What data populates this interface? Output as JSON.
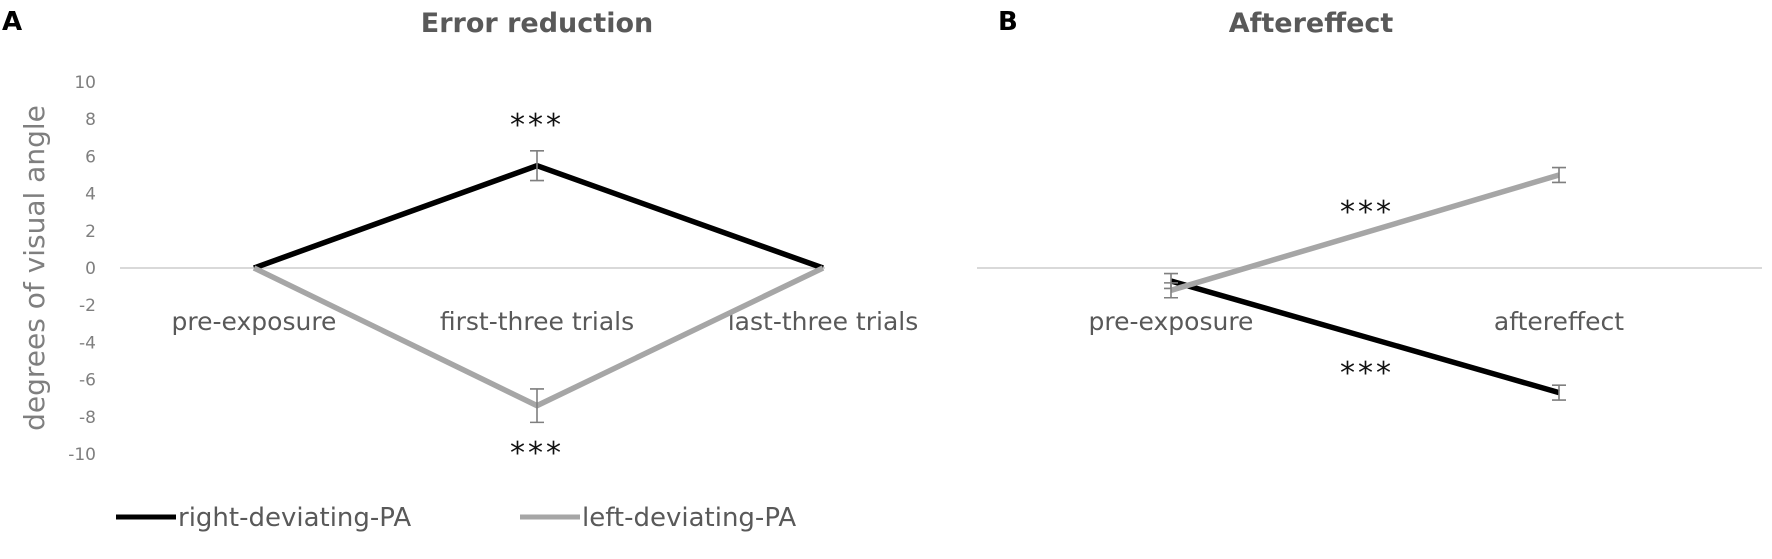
{
  "figure": {
    "panels": [
      {
        "letter": "A",
        "title": "Error reduction"
      },
      {
        "letter": "B",
        "title": "Aftereffect"
      }
    ],
    "ylabel": "degrees of visual angle",
    "significance_marker": "***",
    "legend": [
      {
        "label": "right-deviating-PA",
        "color": "#000000"
      },
      {
        "label": "left-deviating-PA",
        "color": "#a6a6a6"
      }
    ]
  },
  "chart_data": [
    {
      "type": "line",
      "title": "Error reduction",
      "panel": "A",
      "categories": [
        "pre-exposure",
        "first-three trials",
        "last-three trials"
      ],
      "xlabel": "",
      "ylabel": "degrees of visual angle",
      "ylim": [
        -10,
        10
      ],
      "yticks": [
        10,
        8,
        6,
        4,
        2,
        0,
        -2,
        -4,
        -6,
        -8,
        -10
      ],
      "grid": false,
      "legend_position": "bottom",
      "series": [
        {
          "name": "right-deviating-PA",
          "color": "#000000",
          "values": [
            0,
            5.5,
            0
          ],
          "errors": [
            0,
            0.8,
            0
          ]
        },
        {
          "name": "left-deviating-PA",
          "color": "#a6a6a6",
          "values": [
            0,
            -7.4,
            0
          ],
          "errors": [
            0,
            0.9,
            0
          ]
        }
      ],
      "annotations": [
        {
          "text": "***",
          "category": "first-three trials",
          "position": "above",
          "series": "right-deviating-PA"
        },
        {
          "text": "***",
          "category": "first-three trials",
          "position": "below",
          "series": "left-deviating-PA"
        }
      ]
    },
    {
      "type": "line",
      "title": "Aftereffect",
      "panel": "B",
      "categories": [
        "pre-exposure",
        "aftereffect"
      ],
      "xlabel": "",
      "ylabel": "degrees of visual angle",
      "ylim": [
        -10,
        10
      ],
      "grid": false,
      "legend_position": "bottom",
      "series": [
        {
          "name": "right-deviating-PA",
          "color": "#000000",
          "values": [
            -0.7,
            -6.7
          ],
          "errors": [
            0.4,
            0.4
          ]
        },
        {
          "name": "left-deviating-PA",
          "color": "#a6a6a6",
          "values": [
            -1.2,
            5.0
          ],
          "errors": [
            0.4,
            0.4
          ]
        }
      ],
      "annotations": [
        {
          "text": "***",
          "position": "above-line",
          "series": "left-deviating-PA"
        },
        {
          "text": "***",
          "position": "below-line",
          "series": "right-deviating-PA"
        }
      ]
    }
  ]
}
